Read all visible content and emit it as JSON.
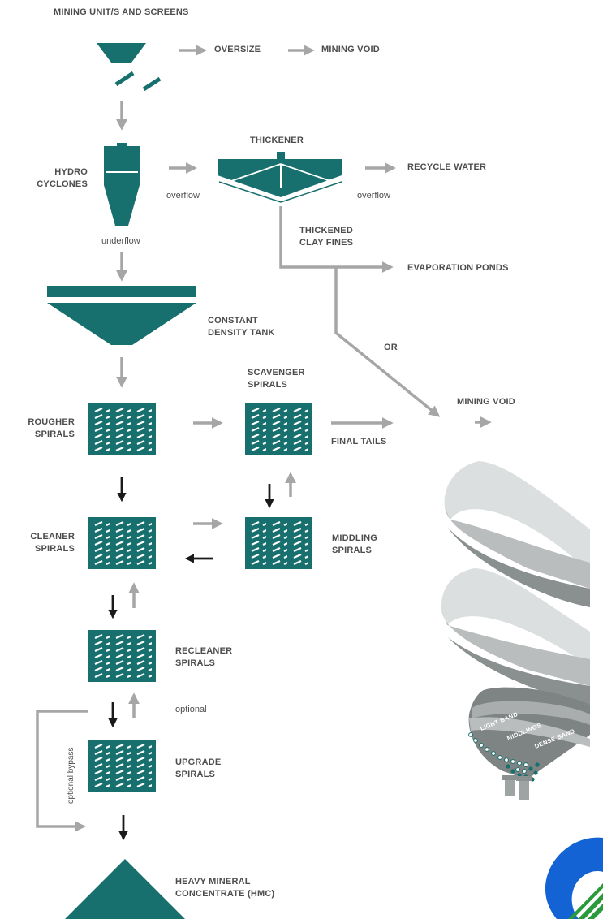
{
  "labels": {
    "mining_units": "MINING UNIT/S AND SCREENS",
    "oversize": "OVERSIZE",
    "mining_void_top": "MINING VOID",
    "hydro_cyclones_1": "HYDRO",
    "hydro_cyclones_2": "CYCLONES",
    "thickener": "THICKENER",
    "recycle_water": "RECYCLE WATER",
    "overflow_cyclone": "overflow",
    "overflow_thickener": "overflow",
    "underflow": "underflow",
    "thickened_1": "THICKENED",
    "thickened_2": "CLAY FINES",
    "evaporation_ponds": "EVAPORATION PONDS",
    "constant_density_1": "CONSTANT",
    "constant_density_2": "DENSITY TANK",
    "or": "OR",
    "scavenger_1": "SCAVENGER",
    "scavenger_2": "SPIRALS",
    "mining_void_mid": "MINING VOID",
    "rougher_1": "ROUGHER",
    "rougher_2": "SPIRALS",
    "final_tails": "FINAL TAILS",
    "cleaner_1": "CLEANER",
    "cleaner_2": "SPIRALS",
    "middling_1": "MIDDLING",
    "middling_2": "SPIRALS",
    "recleaner_1": "RECLEANER",
    "recleaner_2": "SPIRALS",
    "optional": "optional",
    "optional_bypass": "optional bypass",
    "upgrade_1": "UPGRADE",
    "upgrade_2": "SPIRALS",
    "hmc_1": "HEAVY MINERAL",
    "hmc_2": "CONCENTRATE (HMC)",
    "light_band": "LIGHT BAND",
    "middlings": "MIDDLINGS",
    "dense_band": "DENSE BAND"
  },
  "colors": {
    "teal": "#18706e",
    "arrow_gray": "#a6a6a6",
    "arrow_black": "#1a1a1a",
    "text": "#4d4d4d",
    "spiral_light": "#d9dcdc",
    "spiral_dark": "#7e8383",
    "logo_blue": "#1463d4",
    "logo_green": "#2a9a3a"
  }
}
